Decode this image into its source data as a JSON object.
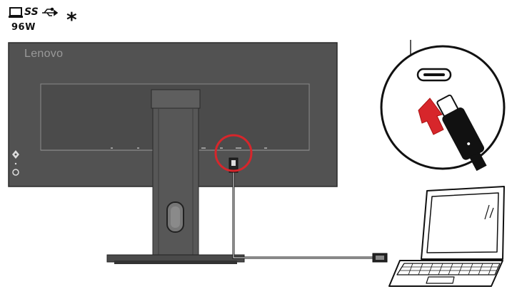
{
  "usb_legend": {
    "icon": "laptop-icon",
    "superspeed_text": "SS",
    "connector_icon": "usb-trident-icon",
    "power": "96W",
    "footnote_mark": "*"
  },
  "monitor": {
    "brand": "Lenovo"
  },
  "callout": {
    "port": "usb-c-port-icon",
    "direction": "up-arrow-icon",
    "plug": "usb-c-plug-icon"
  },
  "colors": {
    "monitor_body": "#505050",
    "highlight": "#d7262b",
    "arrow": "#d7262b",
    "line": "#111111"
  }
}
